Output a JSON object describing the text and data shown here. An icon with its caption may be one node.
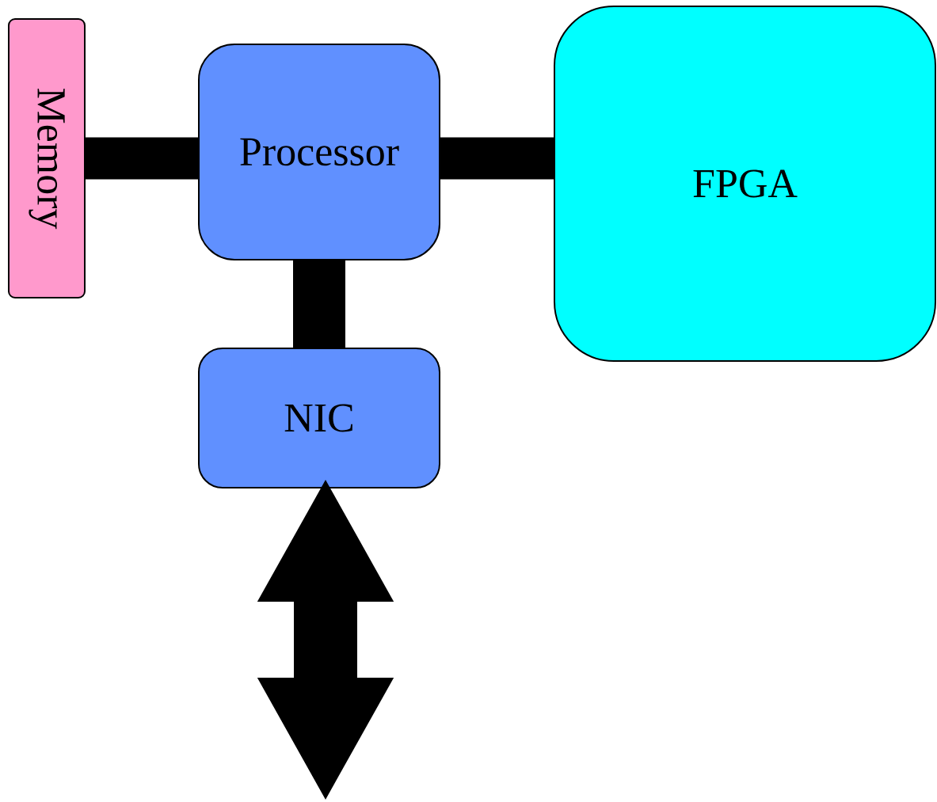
{
  "diagram": {
    "nodes": [
      {
        "text": [
          "Memory"
        ]
      },
      {
        "text": [
          "Processor"
        ]
      },
      {
        "text": [
          "FPGA"
        ]
      },
      {
        "text": [
          "NIC"
        ]
      }
    ],
    "edges": [
      {
        "from": 0,
        "to": 1,
        "arrow": "none"
      },
      {
        "from": 1,
        "to": 2,
        "arrow": "none"
      },
      {
        "from": 1,
        "to": 3,
        "arrow": "none"
      },
      {
        "from": 3,
        "to": null,
        "arrow": "both"
      }
    ]
  }
}
